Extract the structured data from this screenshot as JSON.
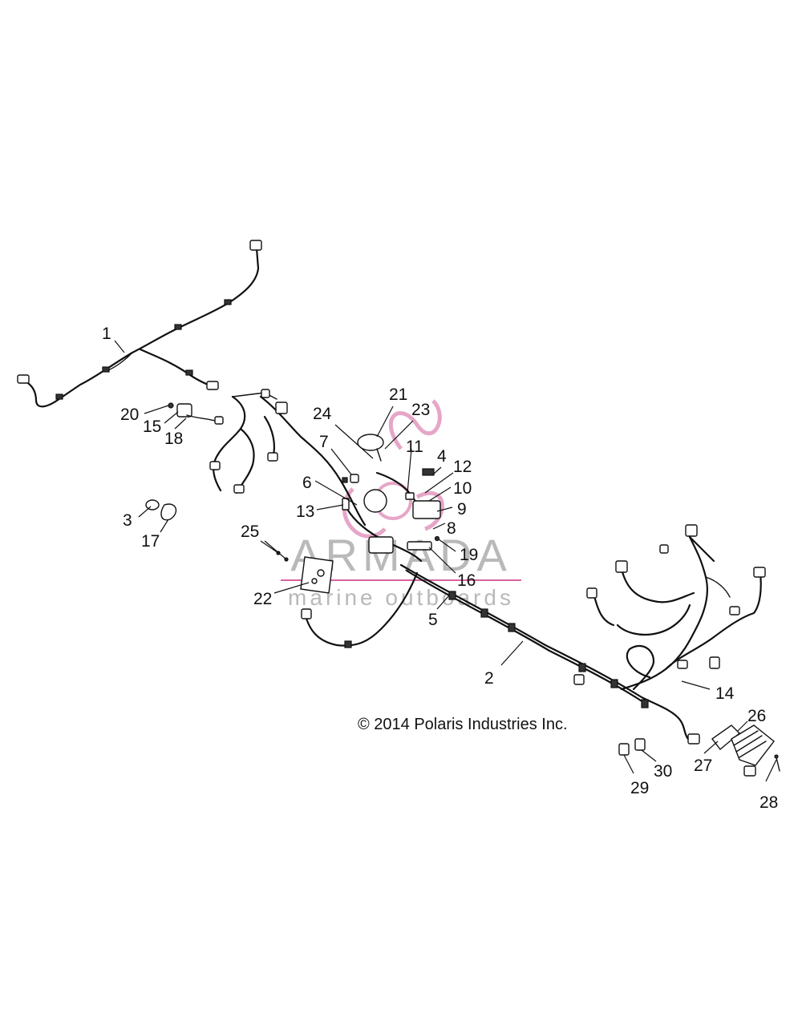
{
  "copyright": "© 2014 Polaris Industries Inc.",
  "watermark": {
    "brand": "ARMADA",
    "tagline": "marine outboards",
    "colors": {
      "logo": "#e6a6c8",
      "line": "#d7649e",
      "text": "#b9b9b9"
    }
  },
  "callouts": {
    "c1": "1",
    "c2": "2",
    "c3": "3",
    "c4": "4",
    "c5": "5",
    "c6": "6",
    "c7": "7",
    "c8": "8",
    "c9": "9",
    "c10": "10",
    "c11": "11",
    "c12": "12",
    "c13": "13",
    "c14": "14",
    "c15": "15",
    "c16": "16",
    "c17": "17",
    "c18": "18",
    "c19": "19",
    "c20": "20",
    "c21": "21",
    "c22": "22",
    "c23": "23",
    "c24": "24",
    "c25": "25",
    "c26": "26",
    "c27": "27",
    "c28": "28",
    "c29": "29",
    "c30": "30"
  }
}
